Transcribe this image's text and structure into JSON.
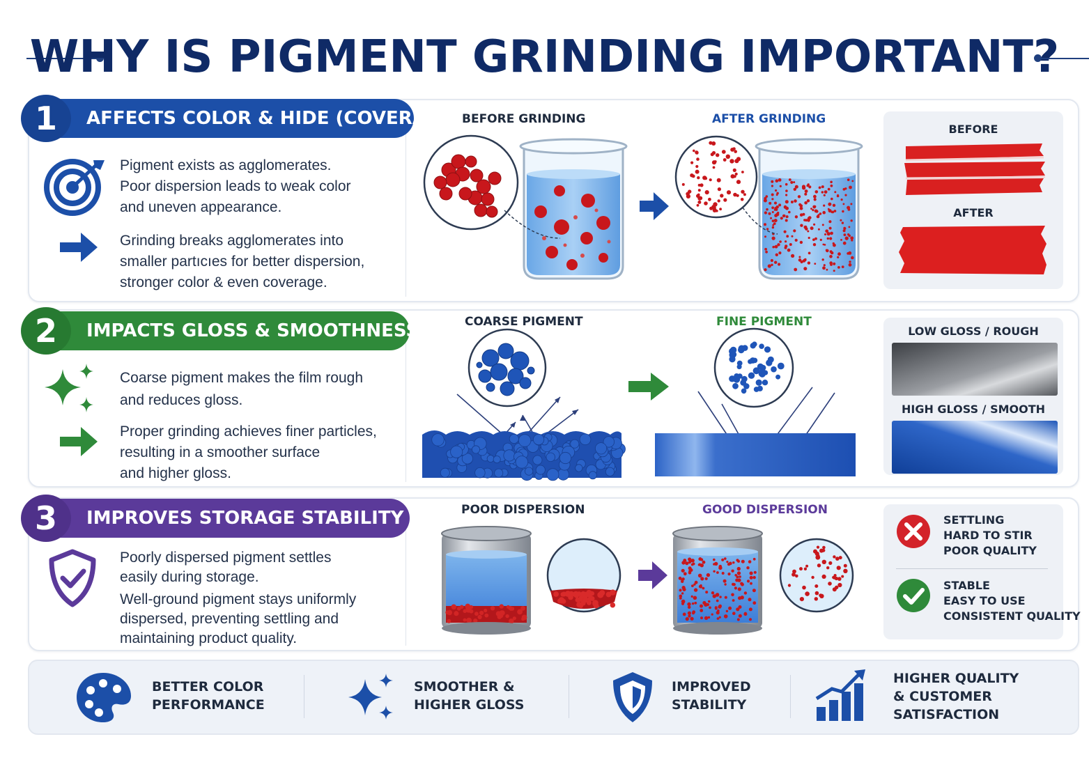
{
  "title": "WHY IS PIGMENT GRINDING IMPORTANT?",
  "colors": {
    "navy": "#0f2a66",
    "section1": "#1c4fa8",
    "section2": "#2f8a3a",
    "section3": "#5b3a9a",
    "pigment_red": "#c8171c",
    "pigment_blue": "#1f55b8"
  },
  "sections": [
    {
      "number": "1",
      "heading": "AFFECTS COLOR & HIDE (COVERAGE)",
      "icon": "target-icon",
      "bullets": [
        [
          "Pigment exists as agglomerates.",
          "Poor dispersion leads to weak color",
          "and uneven appearance."
        ],
        [
          "Grinding breaks agglomerates into",
          "smaller partıcıes for better dispersion,",
          "stronger color & even coverage."
        ]
      ],
      "before_label": "BEFORE GRINDING",
      "after_label": "AFTER GRINDING",
      "side_labels": [
        "BEFORE",
        "AFTER"
      ]
    },
    {
      "number": "2",
      "heading": "IMPACTS GLOSS & SMOOTHNESS",
      "icon": "sparkle-icon",
      "bullets": [
        [
          "Coarse pigment makes the film rough",
          "and reduces gloss."
        ],
        [
          "Proper grinding achieves finer particles,",
          "resulting in a smoother surface",
          "and higher gloss."
        ]
      ],
      "before_label": "COARSE PIGMENT",
      "after_label": "FINE PIGMENT",
      "side_labels": [
        "LOW GLOSS / ROUGH",
        "HIGH GLOSS / SMOOTH"
      ]
    },
    {
      "number": "3",
      "heading": "IMPROVES STORAGE STABILITY",
      "icon": "shield-check-icon",
      "bullets": [
        [
          "Poorly dispersed pigment settles",
          "easily during storage."
        ],
        [
          "Well-ground pigment stays uniformly",
          "dispersed, preventing settling and",
          "maintaining product quality."
        ]
      ],
      "before_label": "POOR DISPERSION",
      "after_label": "GOOD DISPERSION",
      "status_bad": [
        "SETTLING",
        "HARD TO STIR",
        "POOR QUALITY"
      ],
      "status_good": [
        "STABLE",
        "EASY TO USE",
        "CONSISTENT QUALITY"
      ]
    }
  ],
  "benefits": [
    {
      "icon": "palette-icon",
      "text": "BETTER COLOR\nPERFORMANCE"
    },
    {
      "icon": "sparkle-icon",
      "text": "SMOOTHER &\nHIGHER GLOSS"
    },
    {
      "icon": "shield-icon",
      "text": "IMPROVED\nSTABILITY"
    },
    {
      "icon": "growth-chart-icon",
      "text": "HIGHER QUALITY\n& CUSTOMER\nSATISFACTION"
    }
  ]
}
